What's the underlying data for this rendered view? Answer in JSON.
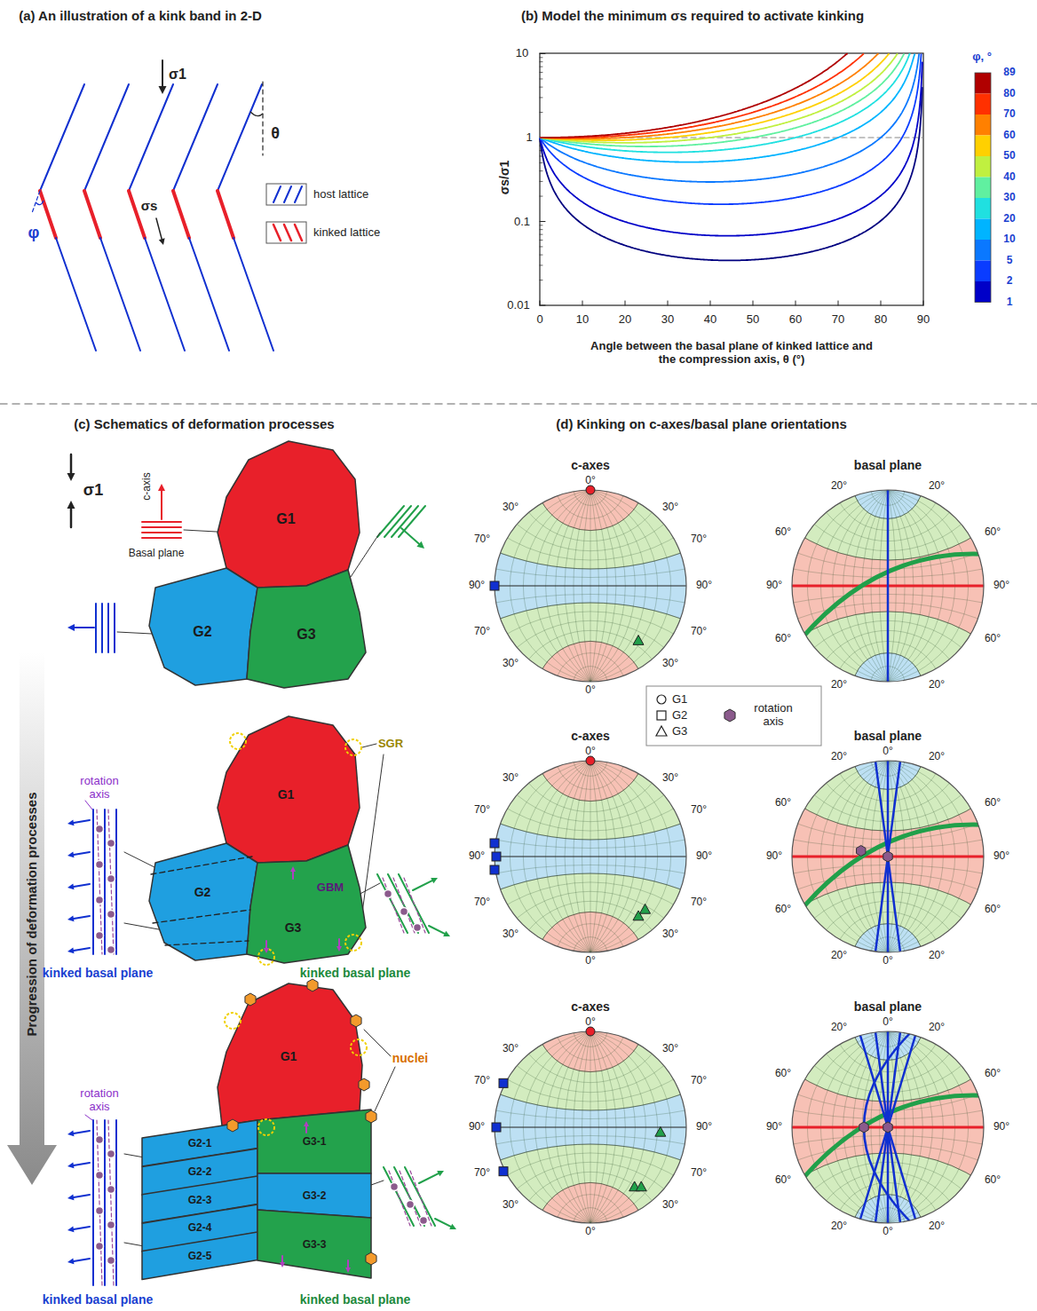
{
  "diagram": {
    "nodes": [
      {
        "text": [
          "G1"
        ]
      },
      {
        "text": [
          "G2"
        ]
      },
      {
        "text": [
          "G3"
        ]
      },
      {
        "text": [
          "G1"
        ]
      },
      {
        "text": [
          "G2"
        ]
      },
      {
        "text": [
          "G3"
        ]
      },
      {
        "text": [
          "G1"
        ]
      },
      {
        "text": [
          "G2-1"
        ]
      },
      {
        "text": [
          "G2-2"
        ]
      },
      {
        "text": [
          "G2-3"
        ]
      },
      {
        "text": [
          "G2-4"
        ]
      },
      {
        "text": [
          "G2-5"
        ]
      },
      {
        "text": [
          "G3-1"
        ]
      },
      {
        "text": [
          "G3-2"
        ]
      },
      {
        "text": [
          "G3-3"
        ]
      }
    ],
    "labels": [
      "(a) An illustration of a kink band in 2-D",
      "(b) Model the minimum σs required to activate kinking",
      "(c) Schematics of deformation processes",
      "(d) Kinking on c-axes/basal plane orientations",
      "σ1",
      "θ",
      "σs",
      "φ",
      "10",
      "1",
      "0.1",
      "0.01",
      "0",
      "10",
      "20",
      "30",
      "40",
      "50",
      "60",
      "70",
      "80",
      "90",
      "σs/σ1",
      "Angle between the basal plane of kinked lattice and the compression axis, θ (°)",
      "φ, °",
      "89",
      "80",
      "70",
      "60",
      "50",
      "40",
      "30",
      "20",
      "10",
      "5",
      "2",
      "1",
      "σ1",
      "c-axis",
      "Basal plane",
      "SGR",
      "GBM",
      "rotation axis",
      "kinked basal plane",
      "kinked basal plane",
      "nuclei",
      "rotation axis",
      "kinked basal plane",
      "kinked basal plane",
      "Progression of deformation processes",
      "c-axes",
      "0°",
      "30°",
      "30°",
      "70°",
      "70°",
      "90°",
      "90°",
      "70°",
      "70°",
      "30°",
      "30°",
      "0°",
      "basal plane",
      "20°",
      "20°",
      "60°",
      "60°",
      "90°",
      "90°",
      "60°",
      "60°",
      "20°",
      "20°",
      "c-axes",
      "0°",
      "30°",
      "30°",
      "70°",
      "70°",
      "90°",
      "90°",
      "70°",
      "70°",
      "30°",
      "30°",
      "0°",
      "basal plane",
      "20°",
      "0°",
      "20°",
      "60°",
      "60°",
      "90°",
      "90°",
      "60°",
      "60°",
      "20°",
      "0°",
      "20°",
      "c-axes",
      "0°",
      "30°",
      "30°",
      "70°",
      "70°",
      "90°",
      "90°",
      "70°",
      "70°",
      "30°",
      "30°",
      "0°",
      "basal plane",
      "20°",
      "0°",
      "20°",
      "60°",
      "60°",
      "90°",
      "90°",
      "60°",
      "60°",
      "20°",
      "0°",
      "20°"
    ],
    "legend": [
      {
        "text": "host lattice"
      },
      {
        "text": "kinked lattice"
      },
      {
        "text": "G1"
      },
      {
        "text": "G2"
      },
      {
        "text": "G3"
      },
      {
        "text": "rotation axis"
      }
    ]
  }
}
